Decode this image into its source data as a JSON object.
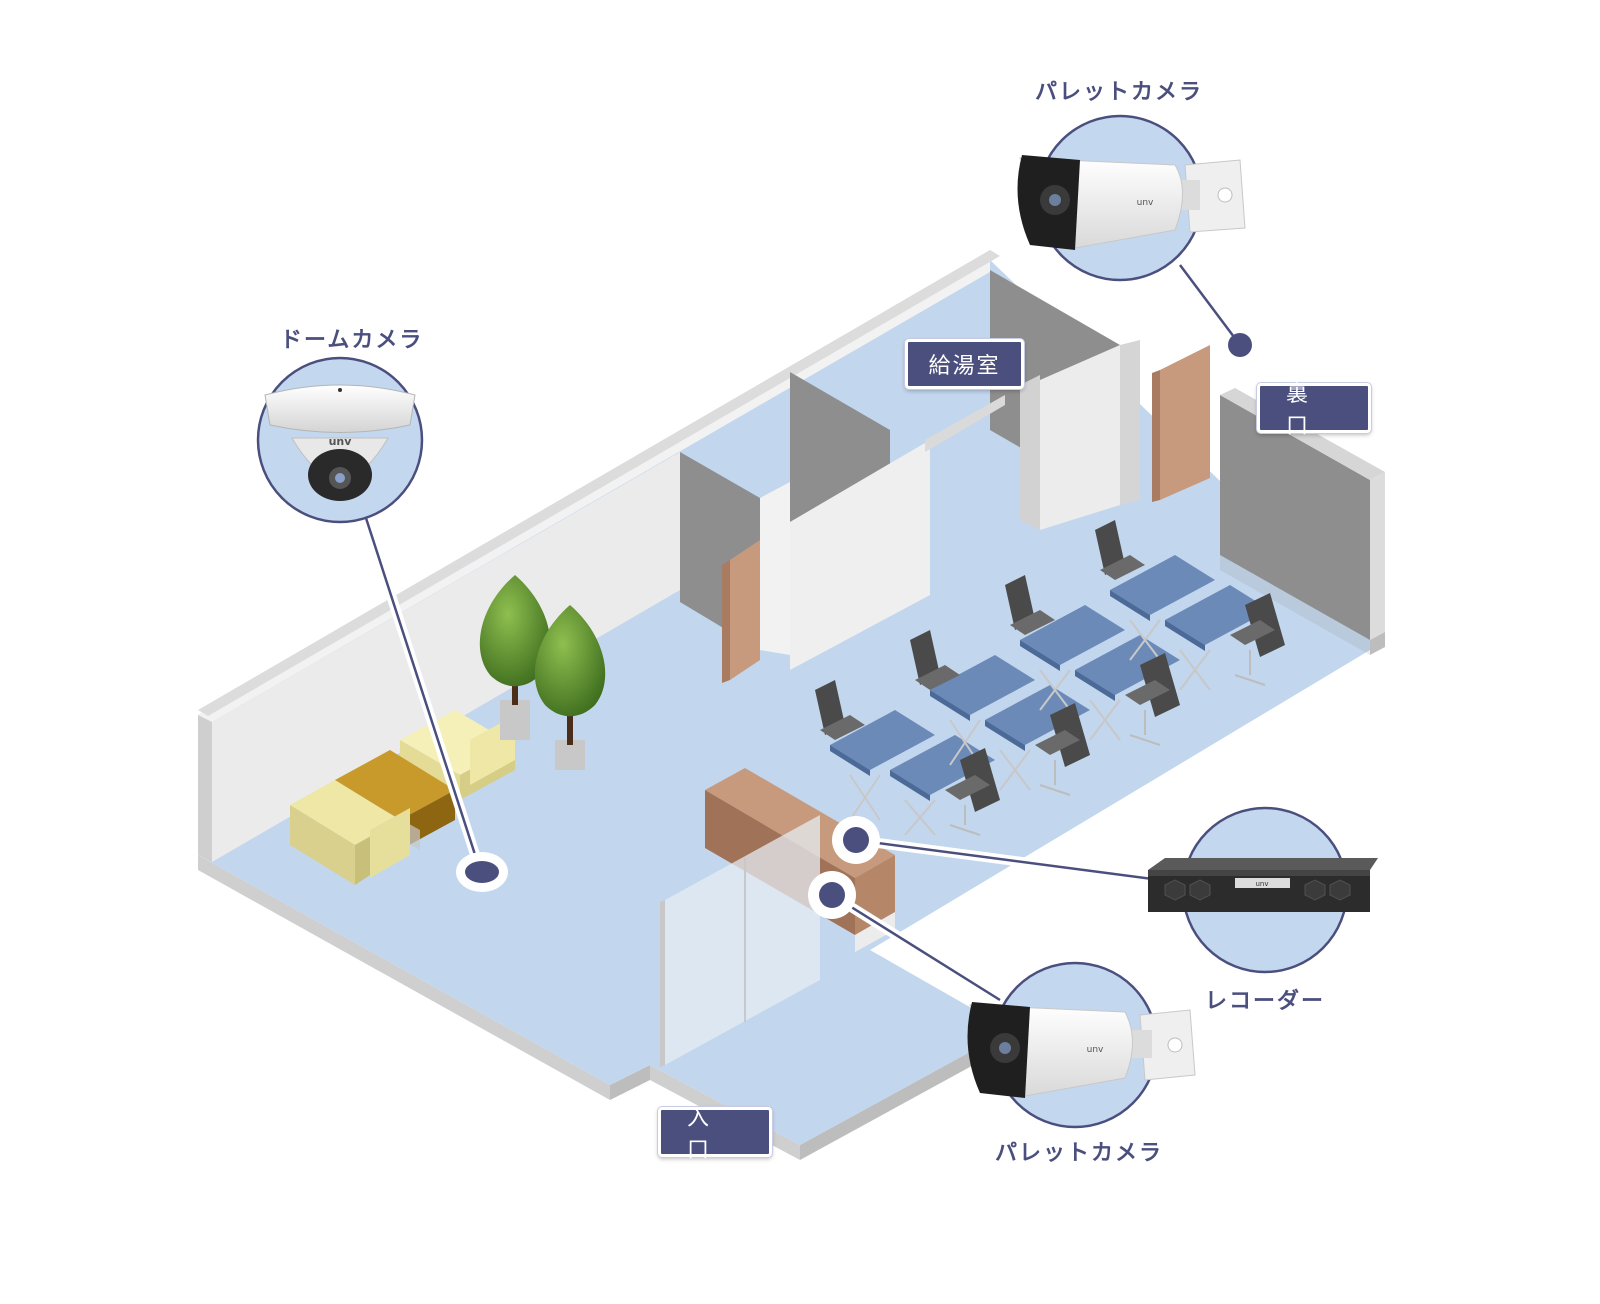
{
  "labels": {
    "dome_camera": "ドームカメラ",
    "bullet_camera_top": "パレットカメラ",
    "bullet_camera_bottom": "パレットカメラ",
    "recorder": "レコーダー"
  },
  "rooms": {
    "kitchenette": "給湯室",
    "back_entrance": "裏 口",
    "entrance": "入 口"
  },
  "brand": "unv",
  "colors": {
    "accent": "#4b4f7e",
    "floor": "#c2d6ee",
    "bubble": "#c3d7ef",
    "wall_dark": "#8a8a8a",
    "wall_light": "#ececec",
    "door": "#c79a7d",
    "sofa": "#eee7a6",
    "table": "#b8891f",
    "desk": "#6c8ab8",
    "tree": "#5a8a2e"
  }
}
